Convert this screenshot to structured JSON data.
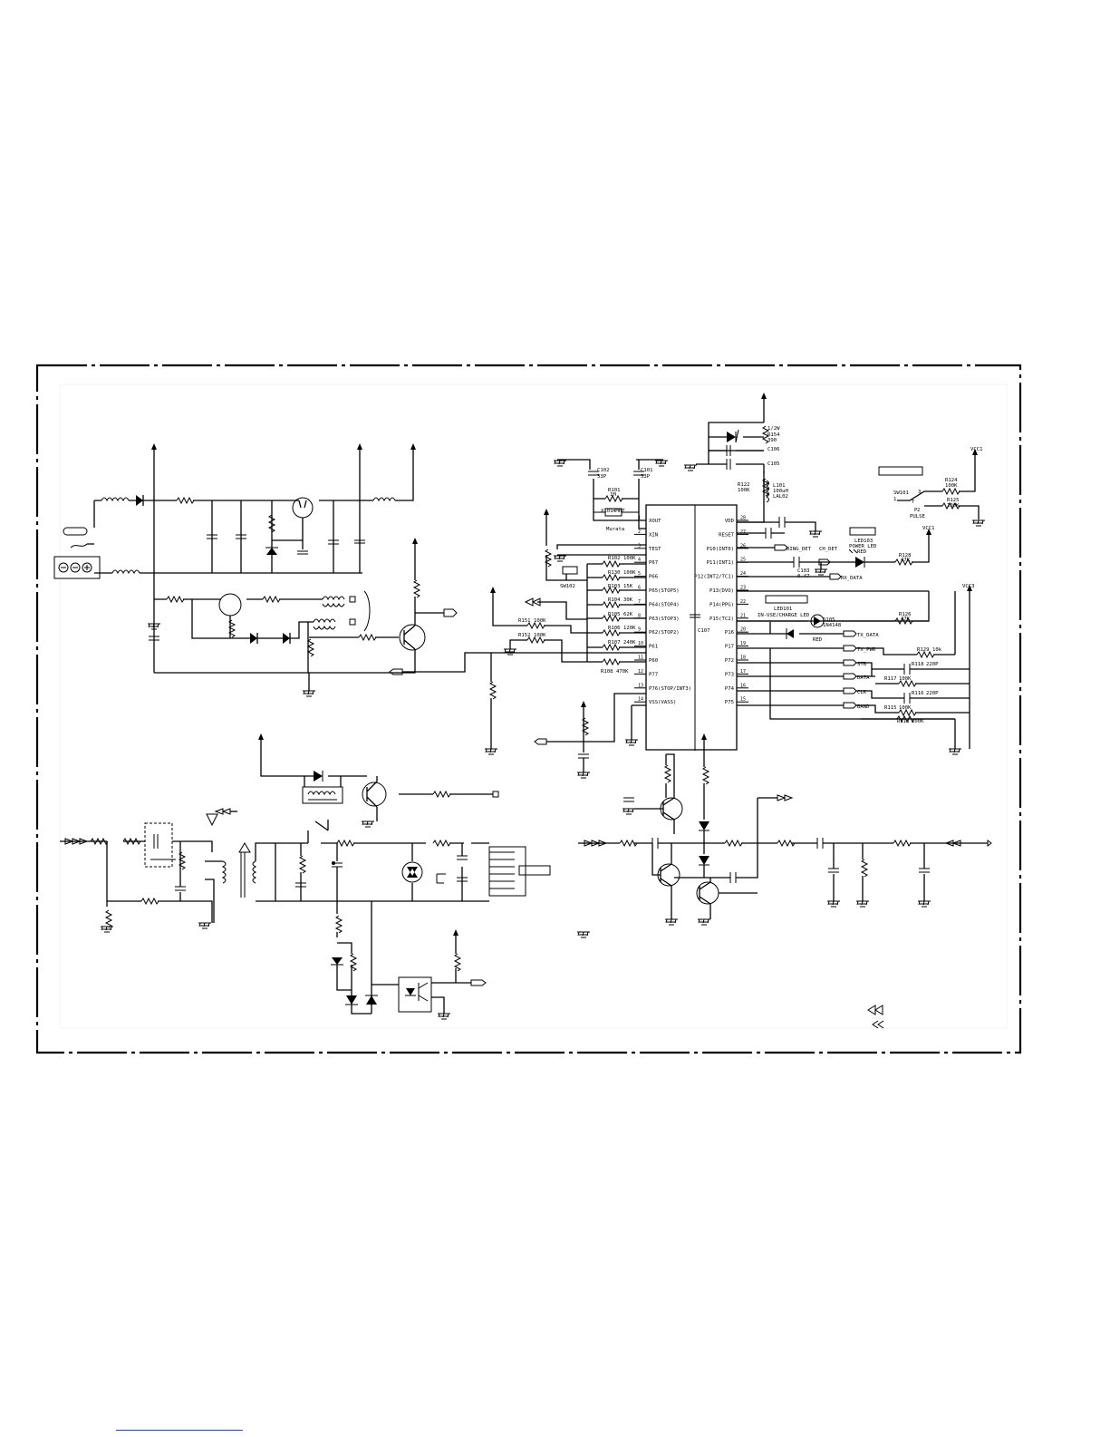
{
  "ic": {
    "left_pins": [
      {
        "num": "1",
        "name": "XOUT"
      },
      {
        "num": "2",
        "name": "XIN"
      },
      {
        "num": "3",
        "name": "TEST"
      },
      {
        "num": "4",
        "name": "P67"
      },
      {
        "num": "5",
        "name": "P66"
      },
      {
        "num": "6",
        "name": "P65(STOP5)"
      },
      {
        "num": "7",
        "name": "P64(STOP4)"
      },
      {
        "num": "8",
        "name": "P63(STOP3)"
      },
      {
        "num": "9",
        "name": "P62(STOP2)"
      },
      {
        "num": "10",
        "name": "P61"
      },
      {
        "num": "11",
        "name": "P60"
      },
      {
        "num": "12",
        "name": "P77"
      },
      {
        "num": "13",
        "name": "P76(STOP/INT3)"
      },
      {
        "num": "14",
        "name": "VSS(VASS)"
      }
    ],
    "right_pins": [
      {
        "num": "28",
        "name": "VDD"
      },
      {
        "num": "27",
        "name": "RESET"
      },
      {
        "num": "26",
        "name": "P10(INT0)"
      },
      {
        "num": "25",
        "name": "P11(INT1)"
      },
      {
        "num": "24",
        "name": "P12(INT2/TC1)"
      },
      {
        "num": "23",
        "name": "P13(DVO)"
      },
      {
        "num": "22",
        "name": "P14(PPG)"
      },
      {
        "num": "21",
        "name": "P15(TC2)"
      },
      {
        "num": "20",
        "name": "P16"
      },
      {
        "num": "19",
        "name": "P17"
      },
      {
        "num": "18",
        "name": "P72"
      },
      {
        "num": "17",
        "name": "P73"
      },
      {
        "num": "16",
        "name": "P74"
      },
      {
        "num": "15",
        "name": "P75"
      }
    ]
  },
  "components": {
    "c102": "C102",
    "c102_val": "33P",
    "c101": "C101",
    "c101_val": "33P",
    "r101": "R101",
    "r101_val": "1M",
    "x101": "X101",
    "x101_val": "4MHZ",
    "x101_sub": "Murata",
    "r102": "R102",
    "r102_val": "100K",
    "r130": "R130",
    "r130_val": "100K",
    "r103": "R103",
    "r103_val": "15K",
    "r104": "R104",
    "r104_val": "30K",
    "r105": "R105",
    "r105_val": "62K",
    "r106": "R106",
    "r106_val": "120K",
    "r107": "R107",
    "r107_val": "240K",
    "r108": "R108",
    "r108_val": "470K",
    "r151": "R151",
    "r151_val": "100K",
    "r152": "R152",
    "r152_val": "100K",
    "sw102": "SW102",
    "c107": "C107",
    "half_w": "1/2W",
    "r154": "R154",
    "r154_val": "390",
    "c106": "C106",
    "c105": "C105",
    "r122": "R122",
    "r122_val": "100K",
    "l101": "L101",
    "l101_val": "100uH",
    "l101_sub": "LAL02",
    "vcc1": "VCC1",
    "vcc1b": "VCC1",
    "vcc3": "VCC3",
    "r124": "R124",
    "r124_val": "100K",
    "r125": "R125",
    "r125_val": "100K",
    "sw101": "SW101",
    "pulse": "PULSE",
    "sw_t": "T",
    "sw_p": "P",
    "led103": "LED103",
    "led103_desc": "POWER LED",
    "led103_color": "RED",
    "r128": "R128",
    "r128_val": "47K",
    "c103": "C103",
    "c103_val": "0.47",
    "led101": "LED101",
    "led101_desc": "IN-USE/CHARGE LED",
    "led101_color": "RED",
    "d105": "D105",
    "d105_val": "1N4148",
    "r126": "R126",
    "r126_val": "47K",
    "r129": "R129",
    "r129_val": "10k",
    "r118": "R118",
    "r118_val": "220P",
    "r117": "R117",
    "r117_val": "100K",
    "r116": "R116",
    "r116_val": "220P",
    "r115": "R115",
    "r115_val": "100K",
    "r113": "R113",
    "r113_val": "100K"
  },
  "nets": {
    "ring_det": "RING_DET",
    "ch_det": "CH_DET",
    "rx_data": "RX_DATA",
    "tx_data": "TX_DATA",
    "tx_pwr": "TX_PWR",
    "stb": "STB",
    "data": "DATA",
    "clk": "CLK",
    "band": "BAND"
  },
  "pin_nums": {
    "p1": "1",
    "p2": "2",
    "p3": "3"
  }
}
